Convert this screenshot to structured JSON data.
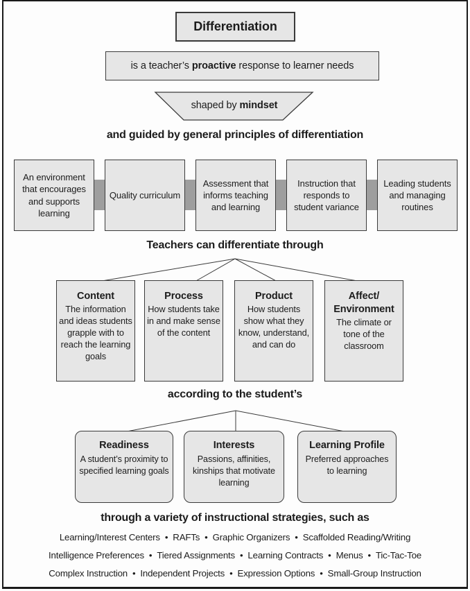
{
  "diagram": {
    "title": "Differentiation",
    "definition": {
      "pre": "is a teacher’s ",
      "bold": "proactive",
      "post": " response to learner needs"
    },
    "mindset": {
      "pre": "shaped by ",
      "bold": "mindset"
    },
    "principles_heading": "and guided by general principles of differentiation",
    "principles": [
      "An environment that encourages and supports learning",
      "Quality curriculum",
      "Assessment that informs teaching and learning",
      "Instruction that responds to student variance",
      "Leading students and managing routines"
    ],
    "differentiate_heading": "Teachers can differentiate through",
    "elements": [
      {
        "title": "Content",
        "desc": "The information and ideas students grapple with to reach the learning goals"
      },
      {
        "title": "Process",
        "desc": "How students take in and make sense of the content"
      },
      {
        "title": "Product",
        "desc": "How students show what they know, understand, and can do"
      },
      {
        "title": "Affect/ Environment",
        "desc": "The climate or tone of the classroom"
      }
    ],
    "according_heading": "according to the student’s",
    "traits": [
      {
        "title": "Readiness",
        "desc": "A student’s proximity to specified learning goals"
      },
      {
        "title": "Interests",
        "desc": "Passions, affinities, kinships that motivate learning"
      },
      {
        "title": "Learning Profile",
        "desc": "Preferred approaches to learning"
      }
    ],
    "strategies_heading": "through a variety of instructional strategies, such as",
    "strategies_lines": [
      "Learning/Interest Centers  •  RAFTs  •  Graphic Organizers  •  Scaffolded Reading/Writing",
      "Intelligence Preferences  •  Tiered Assignments  •  Learning Contracts  •  Menus  •  Tic-Tac-Toe",
      "Complex Instruction  •  Independent Projects  •  Expression Options  •  Small-Group Instruction"
    ],
    "colors": {
      "box_fill": "#e6e6e6",
      "box_border": "#3a3a3a",
      "connector_gray": "#9e9e9e",
      "line": "#3a3a3a",
      "frame": "#1a1a1a",
      "text": "#1c1c1c"
    }
  }
}
